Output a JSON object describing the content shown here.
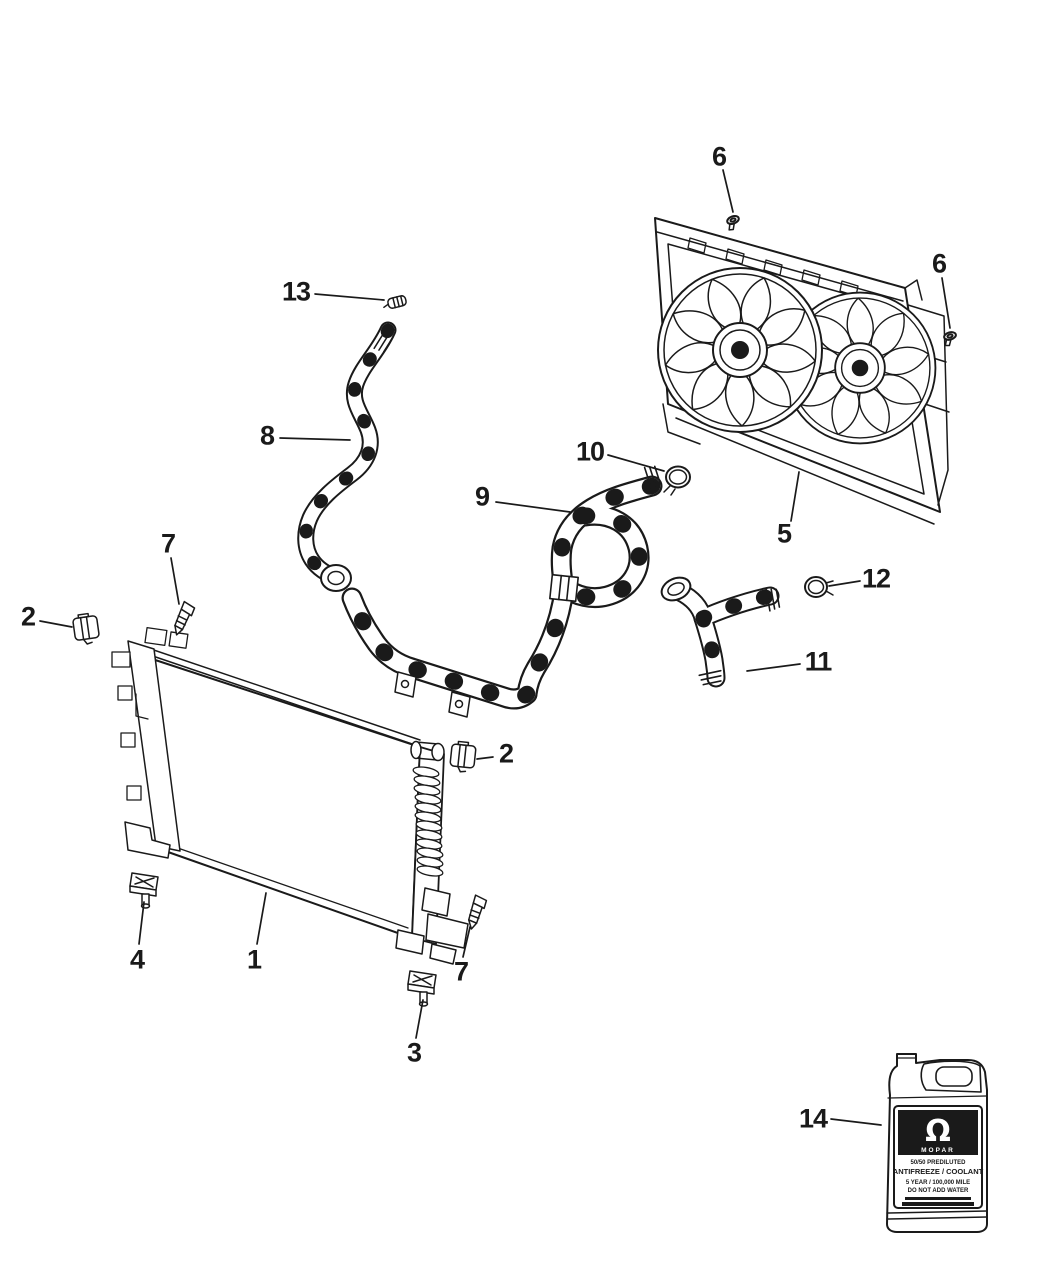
{
  "colors": {
    "ink": "#1a1a1a",
    "paper": "#ffffff"
  },
  "callouts": {
    "c1": {
      "label": "1"
    },
    "c2_left": {
      "label": "2"
    },
    "c2_right": {
      "label": "2"
    },
    "c3": {
      "label": "3"
    },
    "c4": {
      "label": "4"
    },
    "c5": {
      "label": "5"
    },
    "c6_top": {
      "label": "6"
    },
    "c6_right": {
      "label": "6"
    },
    "c7_left": {
      "label": "7"
    },
    "c7_right": {
      "label": "7"
    },
    "c8": {
      "label": "8"
    },
    "c9": {
      "label": "9"
    },
    "c10": {
      "label": "10"
    },
    "c11": {
      "label": "11"
    },
    "c12": {
      "label": "12"
    },
    "c13": {
      "label": "13"
    },
    "c14": {
      "label": "14"
    }
  },
  "coolant_jug": {
    "logo_glyph": "Ω",
    "brand": "MOPAR",
    "line1": "50/50 PREDILUTED",
    "line2": "ANTIFREEZE / COOLANT",
    "line3": "5 YEAR / 100,000 MILE",
    "line4": "DO NOT ADD WATER"
  }
}
